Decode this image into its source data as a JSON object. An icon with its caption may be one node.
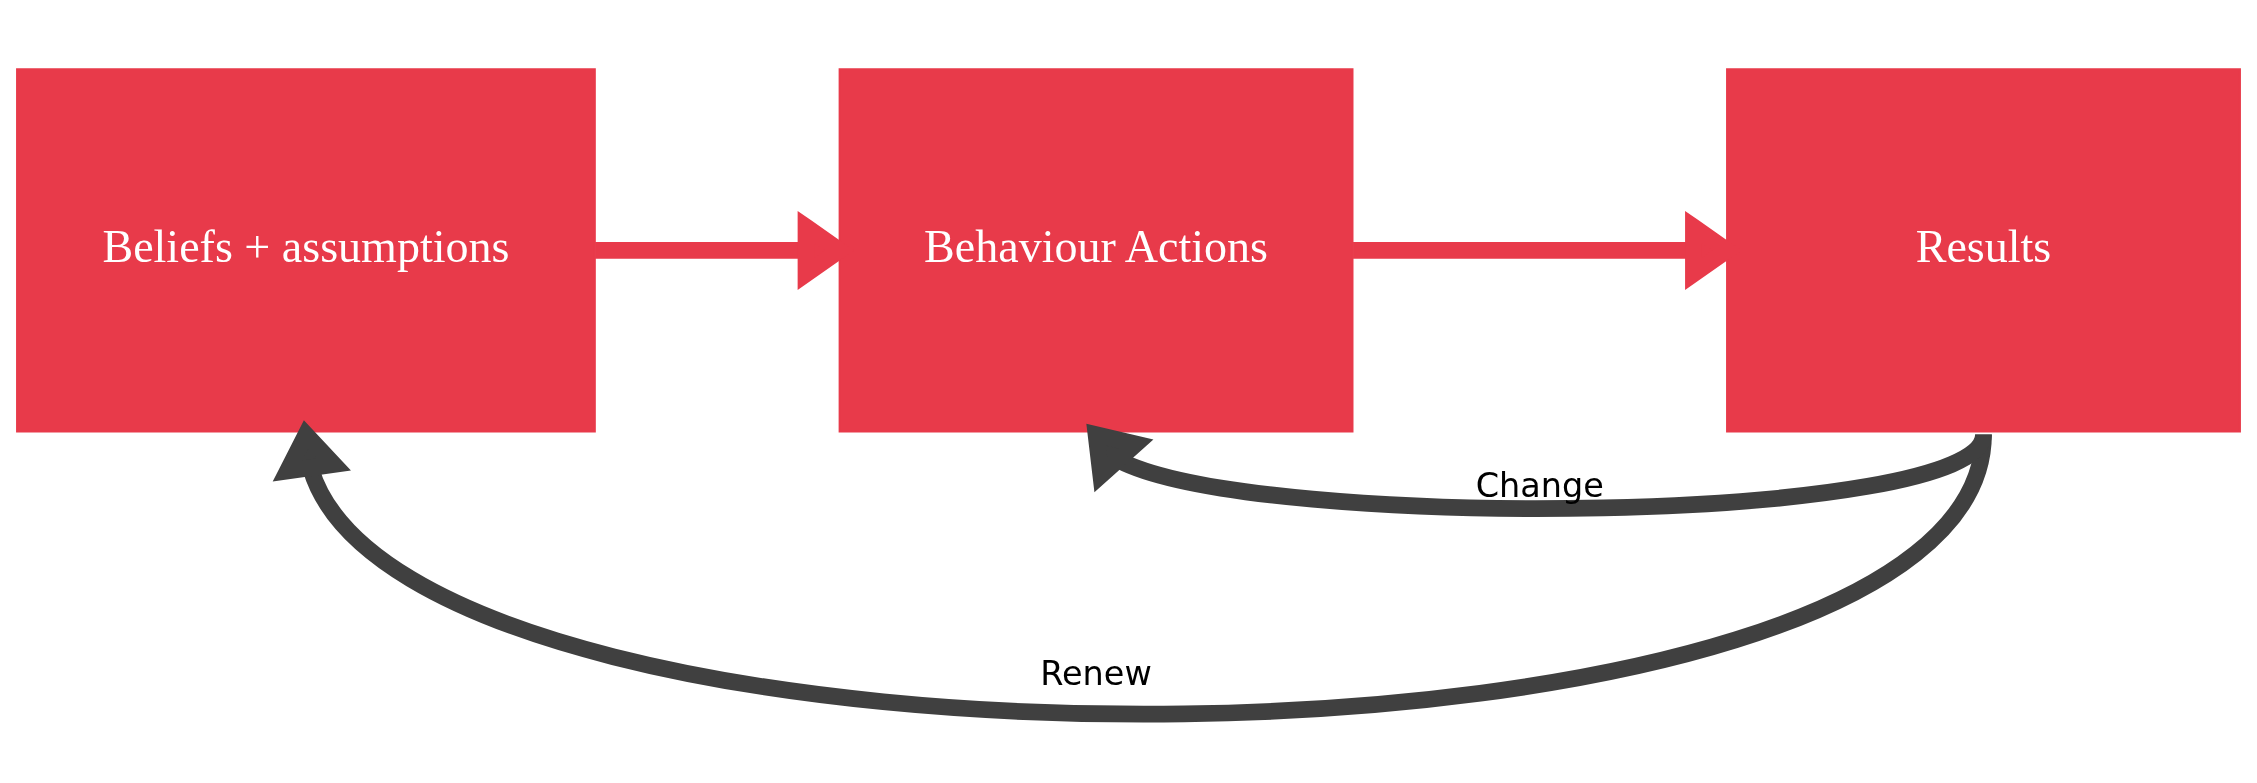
{
  "diagram": {
    "nodes": [
      {
        "text": [
          "Beliefs + assumptions"
        ]
      },
      {
        "text": [
          "Behaviour Actions"
        ]
      },
      {
        "text": [
          "Results"
        ]
      }
    ],
    "edges": [
      {
        "from": 0,
        "to": 1,
        "arrow": "to",
        "color": "#e83a4a"
      },
      {
        "from": 1,
        "to": 2,
        "arrow": "to",
        "color": "#e83a4a"
      },
      {
        "from": 2,
        "to": 1,
        "arrow": "to",
        "color": "#404040",
        "label": "Change"
      },
      {
        "from": 2,
        "to": 0,
        "arrow": "to",
        "color": "#404040",
        "label": "Renew"
      }
    ]
  }
}
